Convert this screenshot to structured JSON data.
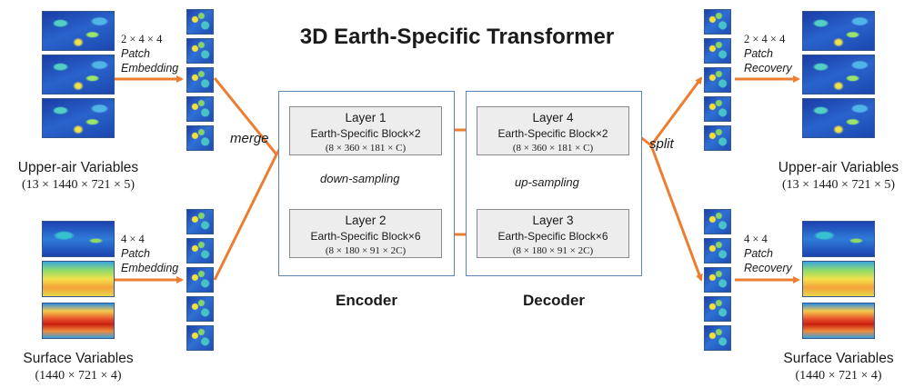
{
  "title": "3D Earth-Specific Transformer",
  "encoder": {
    "label": "Encoder",
    "layer1": {
      "name": "Layer 1",
      "block": "Earth-Specific Block×2",
      "shape": "(8 × 360 × 181 × C)"
    },
    "layer2": {
      "name": "Layer 2",
      "block": "Earth-Specific Block×6",
      "shape": "(8 × 180 × 91 × 2C)"
    },
    "sampling": "down-sampling"
  },
  "decoder": {
    "label": "Decoder",
    "layer4": {
      "name": "Layer 4",
      "block": "Earth-Specific Block×2",
      "shape": "(8 × 360 × 181 × C)"
    },
    "layer3": {
      "name": "Layer 3",
      "block": "Earth-Specific Block×6",
      "shape": "(8 × 180 × 91 × 2C)"
    },
    "sampling": "up-sampling"
  },
  "merge_label": "merge",
  "split_label": "split",
  "input": {
    "upper_air": {
      "name": "Upper-air Variables",
      "dims": "(13 × 1440 × 721 × 5)",
      "patch_size": "2 × 4 × 4",
      "op_line1": "Patch",
      "op_line2": "Embedding"
    },
    "surface": {
      "name": "Surface Variables",
      "dims": "(1440 × 721 × 4)",
      "patch_size": "4 × 4",
      "op_line1": "Patch",
      "op_line2": "Embedding"
    }
  },
  "output": {
    "upper_air": {
      "name": "Upper-air Variables",
      "dims": "(13 × 1440 × 721 × 5)",
      "patch_size": "2 × 4 × 4",
      "op_line1": "Patch",
      "op_line2": "Recovery"
    },
    "surface": {
      "name": "Surface Variables",
      "dims": "(1440 × 721 × 4)",
      "patch_size": "4 × 4",
      "op_line1": "Patch",
      "op_line2": "Recovery"
    }
  },
  "colors": {
    "arrow": "#ed7d31",
    "panel_border": "#5b84b1",
    "block_fill": "#ededed"
  }
}
